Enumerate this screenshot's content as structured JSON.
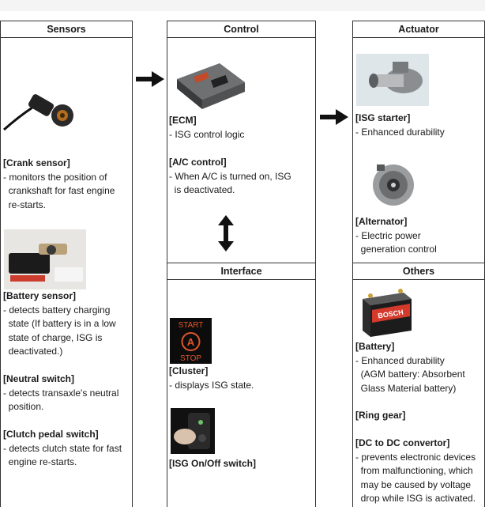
{
  "columns": {
    "sensors": "Sensors",
    "control": "Control",
    "actuator": "Actuator",
    "interface": "Interface",
    "others": "Others"
  },
  "sensors": {
    "crank": {
      "title": "[Crank sensor]",
      "desc": "- monitors the position of\n  crankshaft for fast engine\n  re-starts."
    },
    "battery": {
      "title": "[Battery sensor]",
      "desc": "- detects battery charging\n  state (If battery is in a low\n  state of charge, ISG is\n  deactivated.)"
    },
    "neutral": {
      "title": "[Neutral switch]",
      "desc": "- detects transaxle's neutral\n  position."
    },
    "clutch": {
      "title": "[Clutch pedal switch]",
      "desc": "- detects clutch state for fast\n  engine re-starts."
    }
  },
  "control": {
    "ecm": {
      "title": "[ECM]",
      "desc": "- ISG control logic"
    },
    "ac": {
      "title": "[A/C control]",
      "desc": "- When A/C is turned on, ISG\n  is deactivated."
    }
  },
  "interface": {
    "cluster": {
      "title": "[Cluster]",
      "desc": "- displays ISG state.",
      "icon_top": "START",
      "icon_bottom": "STOP",
      "icon_mid": "A"
    },
    "switch": {
      "title": "[ISG On/Off switch]"
    }
  },
  "actuator": {
    "starter": {
      "title": "[ISG starter]",
      "desc": "- Enhanced durability"
    },
    "alternator": {
      "title": "[Alternator]",
      "desc": "- Electric power\n  generation control"
    }
  },
  "others": {
    "battery": {
      "title": "[Battery]",
      "desc": "- Enhanced durability\n  (AGM battery: Absorbent\n  Glass Material battery)",
      "brand": "BOSCH"
    },
    "ring": {
      "title": "[Ring gear]"
    },
    "dcdc": {
      "title": "[DC to DC convertor]",
      "desc": "- prevents electronic devices\n  from malfunctioning, which\n  may be caused by voltage\n  drop while ISG is activated."
    }
  }
}
